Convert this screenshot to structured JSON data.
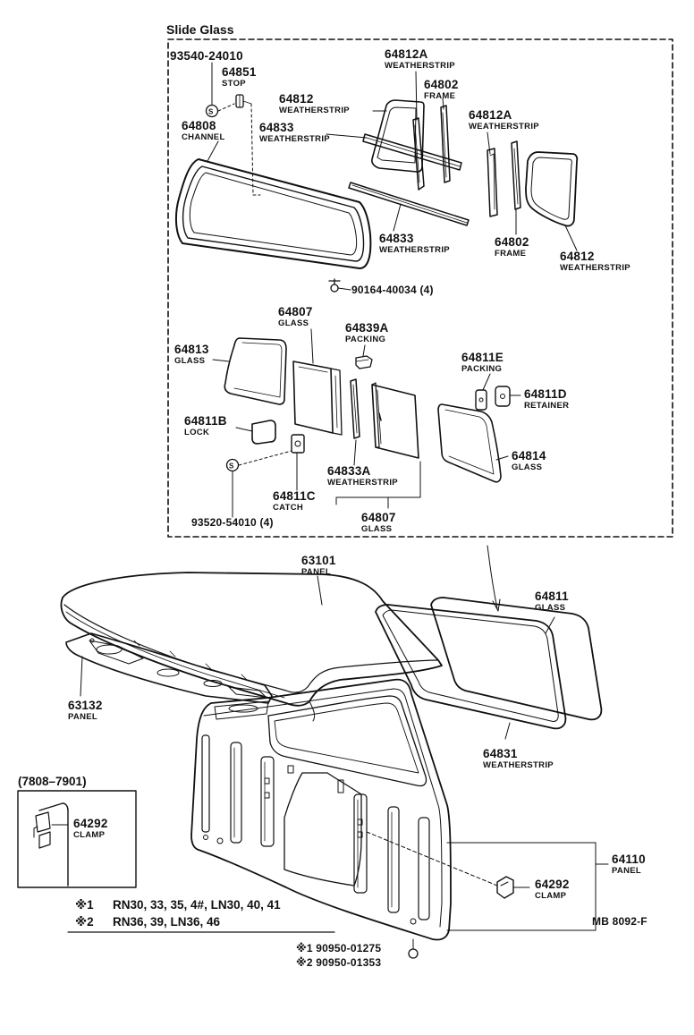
{
  "diagram": {
    "section_title": "Slide Glass",
    "drawing_code": "MB 8092-F",
    "inset_title": "(7808–7901)",
    "notes": [
      {
        "mark": "※1",
        "text": "RN30, 33, 35, 4#, LN30, 40, 41"
      },
      {
        "mark": "※2",
        "text": "RN36, 39, LN36, 46"
      }
    ],
    "screw_codes": [
      "※1 90950-01275",
      "※2 90950-01353"
    ],
    "parts": [
      {
        "number": "93540-24010",
        "name": ""
      },
      {
        "number": "64851",
        "name": "STOP"
      },
      {
        "number": "64808",
        "name": "CHANNEL"
      },
      {
        "number": "64812",
        "name": "WEATHERSTRIP"
      },
      {
        "number": "64833",
        "name": "WEATHERSTRIP"
      },
      {
        "number": "64812A",
        "name": "WEATHERSTRIP"
      },
      {
        "number": "64802",
        "name": "FRAME"
      },
      {
        "number": "64812A",
        "name": "WEATHERSTRIP"
      },
      {
        "number": "64833",
        "name": "WEATHERSTRIP"
      },
      {
        "number": "64802",
        "name": "FRAME"
      },
      {
        "number": "64812",
        "name": "WEATHERSTRIP"
      },
      {
        "number": "90164-40034 (4)",
        "name": ""
      },
      {
        "number": "64807",
        "name": "GLASS"
      },
      {
        "number": "64839A",
        "name": "PACKING"
      },
      {
        "number": "64813",
        "name": "GLASS"
      },
      {
        "number": "64811E",
        "name": "PACKING"
      },
      {
        "number": "64811D",
        "name": "RETAINER"
      },
      {
        "number": "64811B",
        "name": "LOCK"
      },
      {
        "number": "64814",
        "name": "GLASS"
      },
      {
        "number": "64833A",
        "name": "WEATHERSTRIP"
      },
      {
        "number": "64811C",
        "name": "CATCH"
      },
      {
        "number": "93520-54010 (4)",
        "name": ""
      },
      {
        "number": "64807",
        "name": "GLASS"
      },
      {
        "number": "63101",
        "name": "PANEL"
      },
      {
        "number": "64811",
        "name": "GLASS"
      },
      {
        "number": "63132",
        "name": "PANEL"
      },
      {
        "number": "64831",
        "name": "WEATHERSTRIP"
      },
      {
        "number": "64292",
        "name": "CLAMP"
      },
      {
        "number": "64110",
        "name": "PANEL"
      },
      {
        "number": "64292",
        "name": "CLAMP"
      }
    ]
  }
}
